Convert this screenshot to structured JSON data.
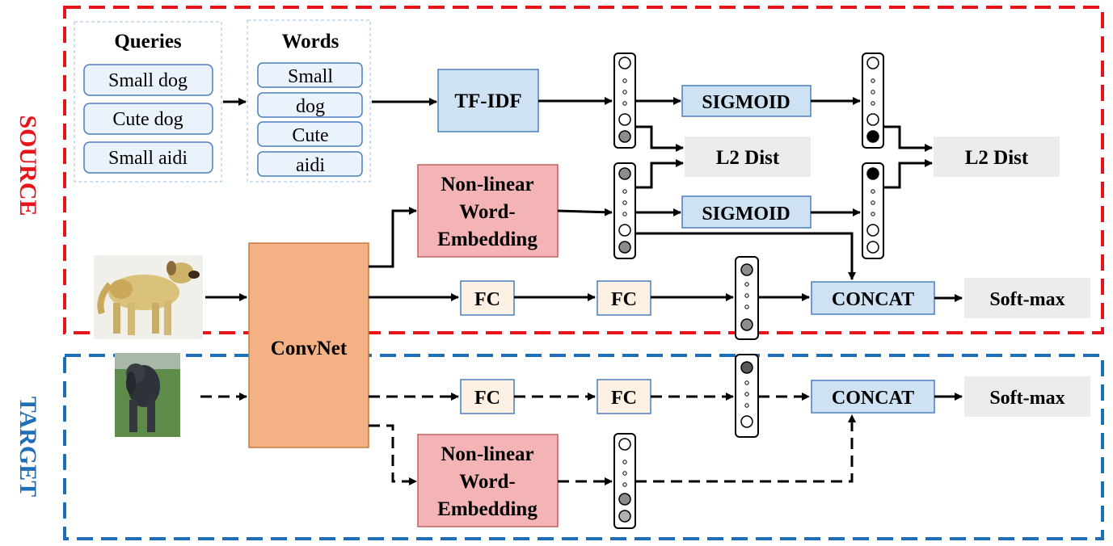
{
  "labels": {
    "source": "SOURCE",
    "target": "TARGET",
    "queries_title": "Queries",
    "words_title": "Words",
    "tfidf": "TF-IDF",
    "sigmoid": "SIGMOID",
    "l2dist": "L2 Dist",
    "nonlinear_line1": "Non-linear",
    "nonlinear_line2": "Word-",
    "nonlinear_line3": "Embedding",
    "convnet": "ConvNet",
    "fc": "FC",
    "concat": "CONCAT",
    "softmax": "Soft-max"
  },
  "queries": [
    "Small dog",
    "Cute dog",
    "Small aidi"
  ],
  "words": [
    "Small",
    "dog",
    "Cute",
    "aidi"
  ],
  "colors": {
    "source_border": "#e8141b",
    "target_border": "#1f6fb8",
    "blue_box": "#cfe2f3",
    "blue_border": "#4a7fbf",
    "pink_box": "#f4b3b5",
    "orange_box": "#f4b183",
    "fc_box": "#fdf1e4",
    "gray_box": "#ececec",
    "vec_gray": "#8c8c8c",
    "vec_black": "#000000"
  }
}
